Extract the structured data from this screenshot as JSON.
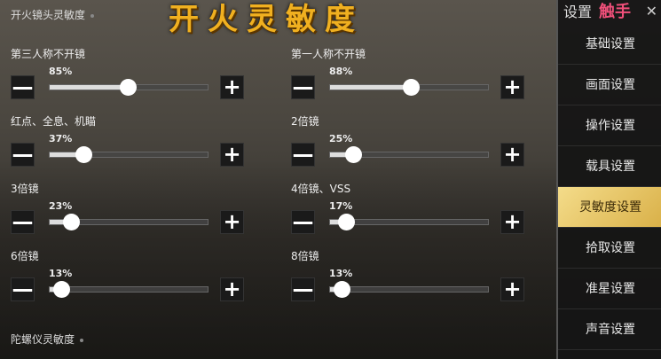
{
  "sections": {
    "fire": "开火镜头灵敏度",
    "gyro": "陀螺仪灵敏度"
  },
  "overlay_title": "开火灵敏度",
  "sliders": [
    {
      "label": "第三人称不开镜",
      "value": 85
    },
    {
      "label": "第一人称不开镜",
      "value": 88
    },
    {
      "label": "红点、全息、机瞄",
      "value": 37
    },
    {
      "label": "2倍镜",
      "value": 25
    },
    {
      "label": "3倍镜",
      "value": 23
    },
    {
      "label": "4倍镜、VSS",
      "value": 17
    },
    {
      "label": "6倍镜",
      "value": 13
    },
    {
      "label": "8倍镜",
      "value": 13
    }
  ],
  "buttons": {
    "minus": "—",
    "plus": "+"
  },
  "sidebar": {
    "header": "设置",
    "logo": "触手",
    "close": "✕",
    "active": "灵敏度设置",
    "items": [
      "基础设置",
      "画面设置",
      "操作设置",
      "载具设置",
      "灵敏度设置",
      "拾取设置",
      "准星设置",
      "声音设置"
    ]
  },
  "colors": {
    "active_bg": "#e6c565",
    "logo": "#f0507a",
    "title": "#f0b020"
  }
}
